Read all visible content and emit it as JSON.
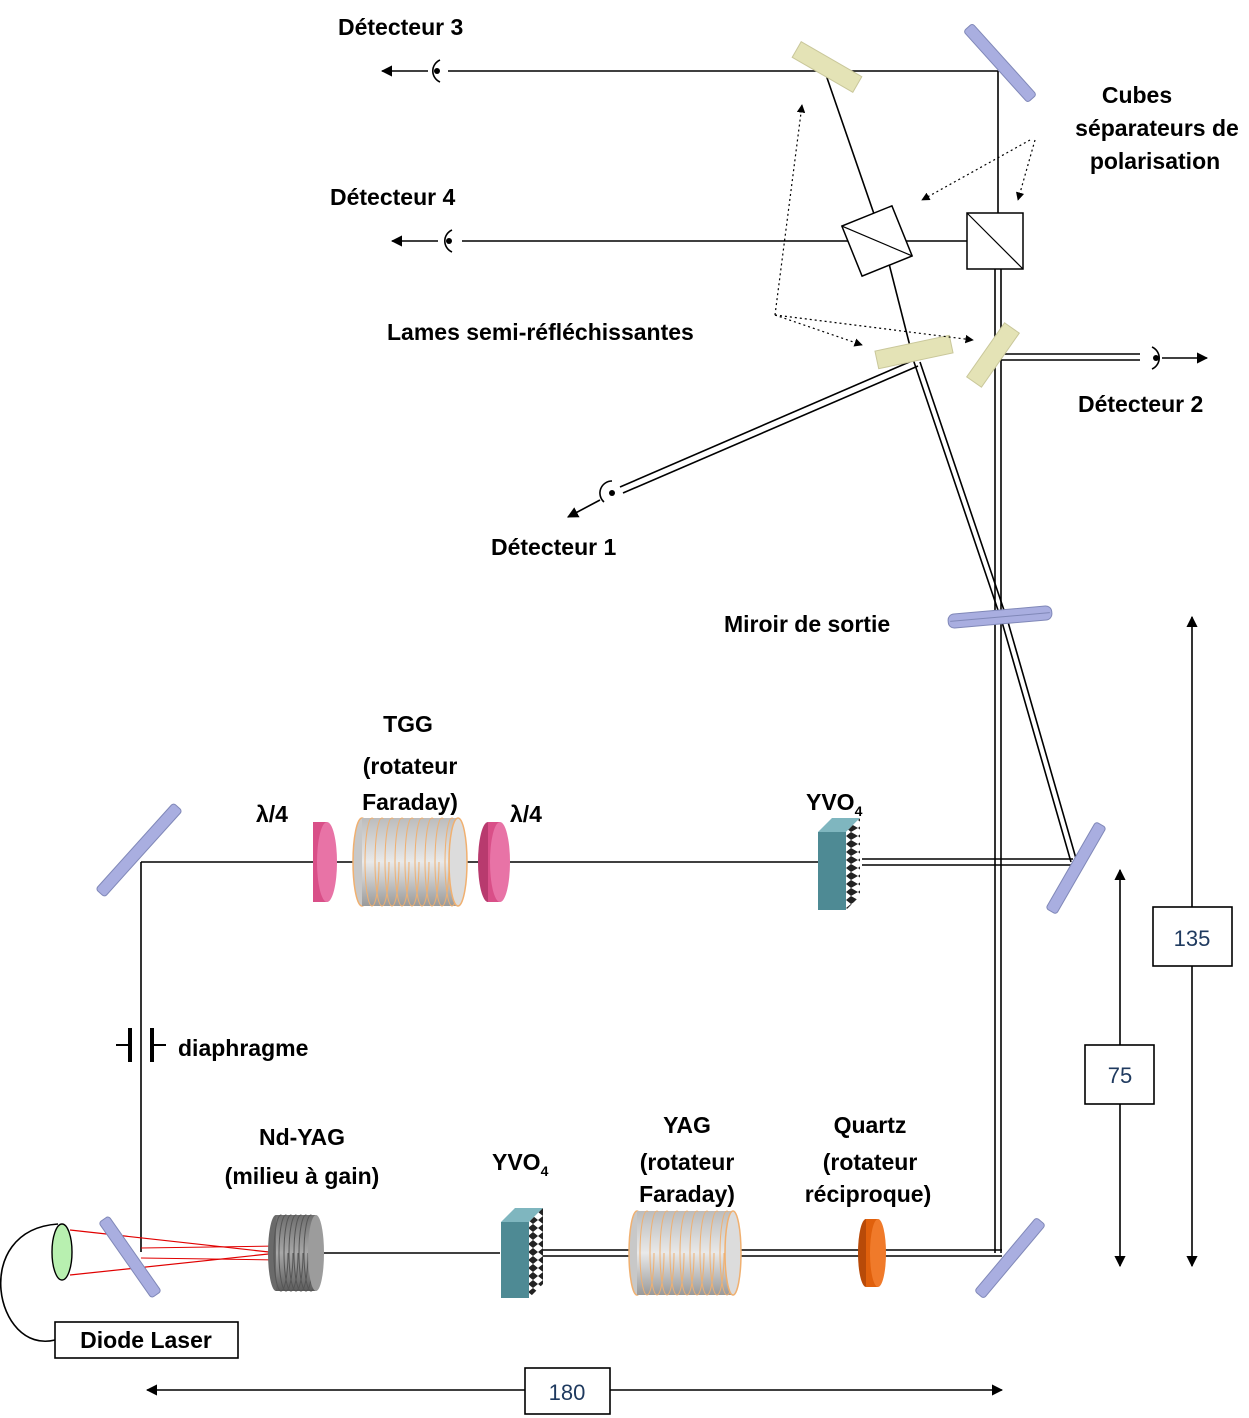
{
  "labels": {
    "det1": "Détecteur 1",
    "det2": "Détecteur 2",
    "det3": "Détecteur 3",
    "det4": "Détecteur 4",
    "cubes": [
      "Cubes",
      "séparateurs de",
      "polarisation"
    ],
    "lames": "Lames semi-réfléchissantes",
    "miroir_sortie": "Miroir de sortie",
    "tgg": [
      "TGG",
      "(rotateur",
      "Faraday)"
    ],
    "lambda4_left": "λ/4",
    "lambda4_right": "λ/4",
    "yvo4_top": {
      "base": "YVO",
      "sub": "4"
    },
    "yvo4_bottom": {
      "base": "YVO",
      "sub": "4"
    },
    "diaphragme": "diaphragme",
    "ndyag": [
      "Nd-YAG",
      "(milieu à gain)"
    ],
    "yag": [
      "YAG",
      "(rotateur",
      "Faraday)"
    ],
    "quartz": [
      "Quartz",
      "(rotateur",
      "réciproque)"
    ],
    "diode": "Diode Laser"
  },
  "dimensions": {
    "horizontal": "180",
    "vertical_long": "135",
    "vertical_short": "75"
  },
  "colors": {
    "mirror": "#a9aee0",
    "semi_reflecting_plate": "#e4e3b6",
    "quarter_wave_plate": "#d94f88",
    "faraday_rotator": "#d9d9d9",
    "faraday_rotator_rim": "#f0b070",
    "yvo4_crystal": "#4e8a94",
    "ndyag_crystal": "#8c8c8c",
    "quartz": "#e0600c",
    "pump_beam": "#e00000",
    "lens": "#b8f0b0"
  }
}
